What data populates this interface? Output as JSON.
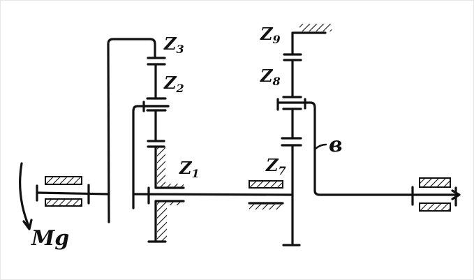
{
  "labels": {
    "z3": {
      "letter": "Z",
      "index": "3"
    },
    "z2": {
      "letter": "Z",
      "index": "2"
    },
    "z1": {
      "letter": "Z",
      "index": "1"
    },
    "z9": {
      "letter": "Z",
      "index": "9"
    },
    "z8": {
      "letter": "Z",
      "index": "8"
    },
    "z7": {
      "letter": "Z",
      "index": "7"
    },
    "carrier": "в",
    "torque": "Mg"
  }
}
